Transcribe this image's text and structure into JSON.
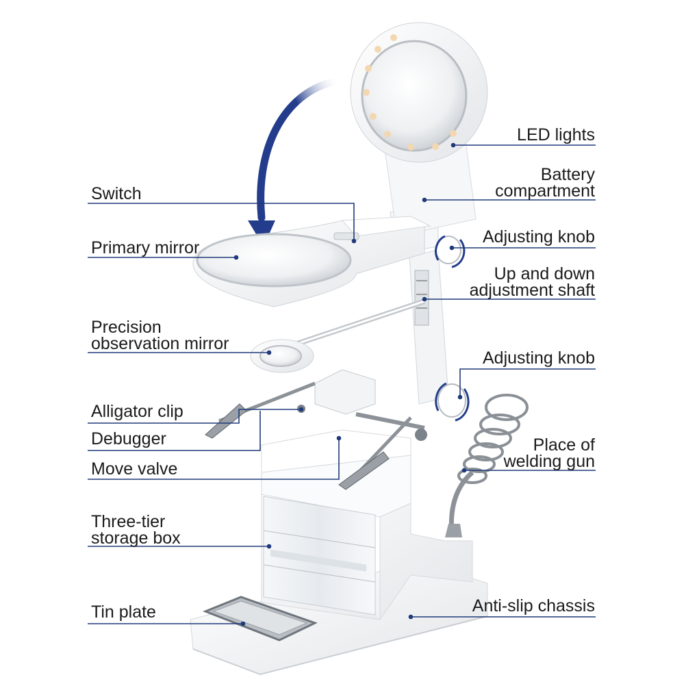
{
  "colors": {
    "leader": "#1f3a7a",
    "arrow": "#233d8c",
    "plastic": "#f2f3f5",
    "metal": "#9aa0a6"
  },
  "labels_left": {
    "switch": "Switch",
    "primary_mirror": "Primary mirror",
    "precision_line1": "Precision",
    "precision_line2": "observation mirror",
    "alligator_clip": "Alligator clip",
    "debugger": "Debugger",
    "move_valve": "Move valve",
    "storage_line1": "Three-tier",
    "storage_line2": "storage box",
    "tin_plate": "Tin plate"
  },
  "labels_right": {
    "led_lights": "LED lights",
    "battery_line1": "Battery",
    "battery_line2": "compartment",
    "adjusting_knob_top": "Adjusting knob",
    "shaft_line1": "Up and down",
    "shaft_line2": "adjustment shaft",
    "adjusting_knob_bottom": "Adjusting knob",
    "welding_line1": "Place of",
    "welding_line2": "welding gun",
    "anti_slip": "Anti-slip chassis"
  }
}
